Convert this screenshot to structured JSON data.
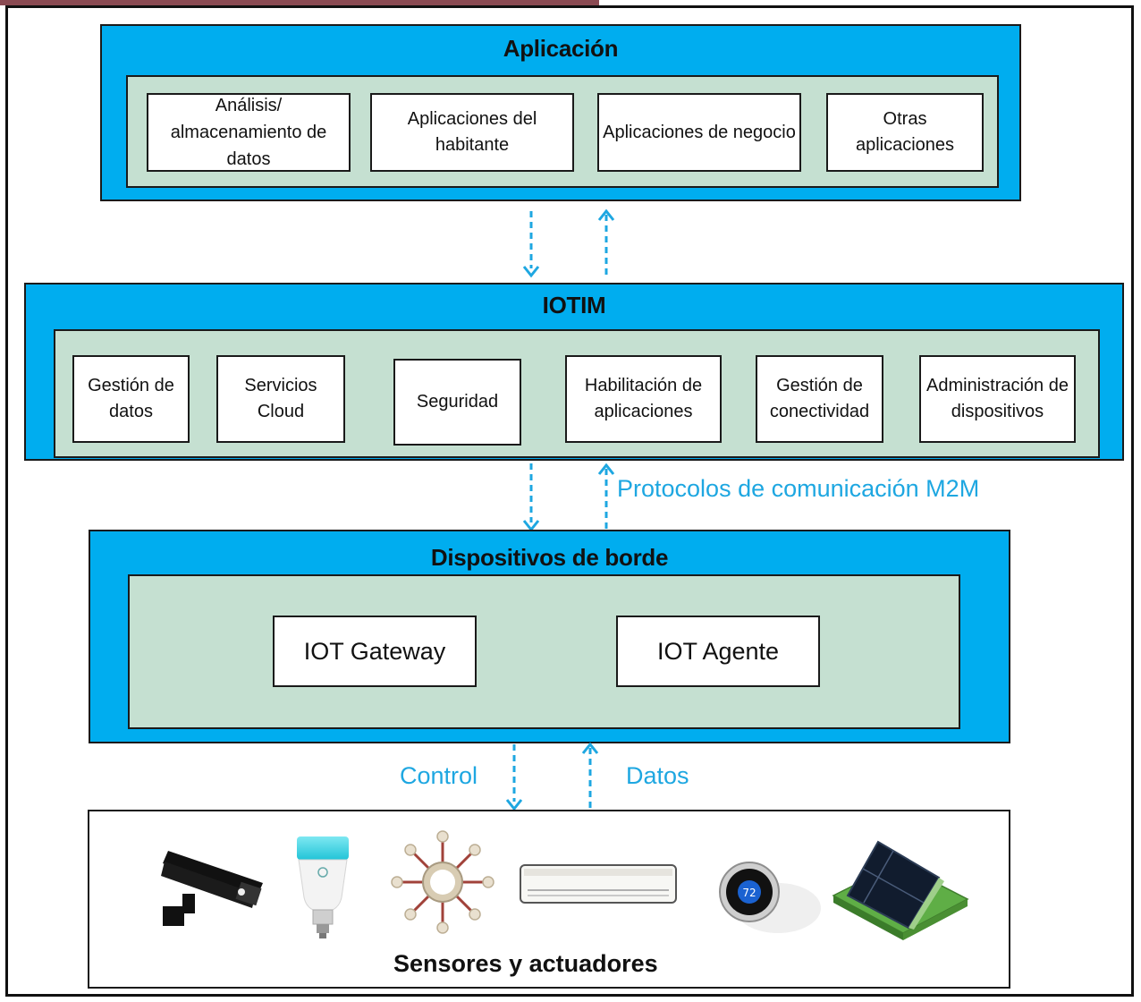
{
  "application": {
    "title": "Aplicación",
    "modules": [
      "Análisis/ almacenamiento de datos",
      "Aplicaciones del habitante",
      "Aplicaciones de negocio",
      "Otras aplicaciones"
    ]
  },
  "iotim": {
    "title": "IOTIM",
    "modules": [
      "Gestión de datos",
      "Servicios Cloud",
      "Seguridad",
      "Habilitación de aplicaciones",
      "Gestión de conectividad",
      "Administración de dispositivos"
    ]
  },
  "links": {
    "m2m_label": "Protocolos de comunicación M2M",
    "control_label": "Control",
    "data_label": "Datos"
  },
  "edge": {
    "title": "Dispositivos de borde",
    "modules": [
      "IOT Gateway",
      "IOT Agente"
    ]
  },
  "sensors": {
    "title": "Sensores y actuadores",
    "devices": [
      "camera-icon",
      "smart-bulb-icon",
      "sun-sensor-icon",
      "air-conditioner-icon",
      "thermostat-icon",
      "solar-panel-icon"
    ],
    "thermostat_reading": "72"
  },
  "colors": {
    "layer_blue": "#00adef",
    "inner_green": "#c5e0d1",
    "arrow_blue": "#1ea7e1"
  }
}
